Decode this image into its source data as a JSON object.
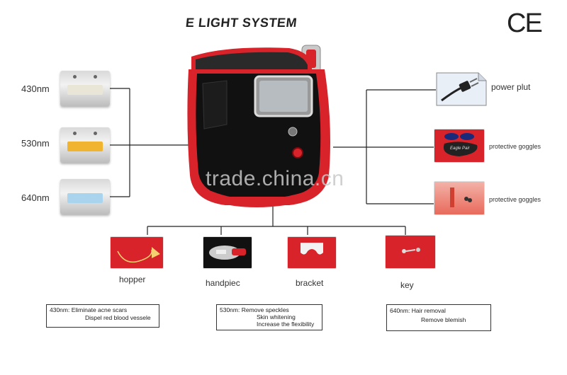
{
  "title": "E LIGHT SYSTEM",
  "ce_mark": "CE",
  "filters": [
    {
      "label": "430nm",
      "color": "#e9e6d8"
    },
    {
      "label": "530nm",
      "color": "#f0b430"
    },
    {
      "label": "640nm",
      "color": "#aad4ee"
    }
  ],
  "right_items": [
    {
      "label": "power plut"
    },
    {
      "label": "protective goggles",
      "case_text": "Eagle Pair"
    },
    {
      "label": "protective goggles"
    }
  ],
  "bottom_items": [
    {
      "label": "hopper"
    },
    {
      "label": "handpiec"
    },
    {
      "label": "bracket"
    },
    {
      "label": "key"
    }
  ],
  "descriptions": [
    {
      "lines": [
        "430nm:   Eliminate acne scars",
        "Dispel red blood vessele"
      ]
    },
    {
      "lines": [
        "530nm:   Remove speckles",
        "Skin whitening",
        "Increase the flexibility"
      ]
    },
    {
      "lines": [
        "640nm:   Hair removal",
        "Remove blemish"
      ]
    }
  ],
  "watermark": "trade.china.cn",
  "colors": {
    "accent_red": "#d8232a",
    "machine_black": "#111111"
  }
}
